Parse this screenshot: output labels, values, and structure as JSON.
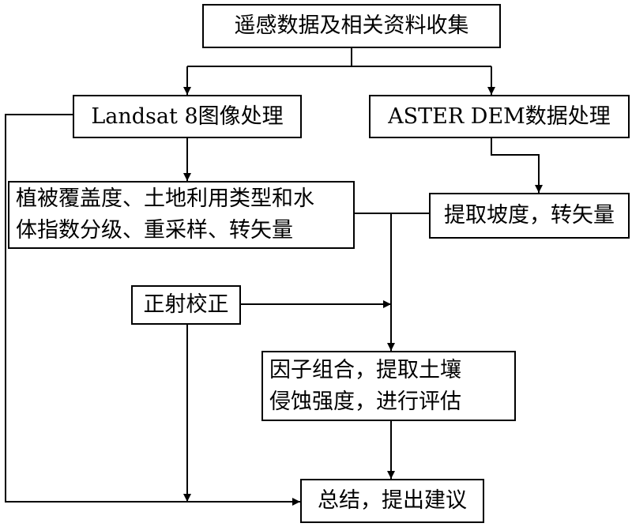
{
  "flowchart": {
    "collect": {
      "lines": [
        "遥感数据及相关资料收集"
      ]
    },
    "landsat": {
      "lines": [
        "Landsat 8图像处理"
      ]
    },
    "aster": {
      "lines": [
        "ASTER DEM数据处理"
      ]
    },
    "vegetation": {
      "lines": [
        "植被覆盖度、土地利用类型和水",
        "体指数分级、重采样、转矢量"
      ]
    },
    "slope": {
      "lines": [
        "提取坡度，转矢量"
      ]
    },
    "orthorectify": {
      "lines": [
        "正射校正"
      ]
    },
    "factor": {
      "lines": [
        "因子组合，提取土壤",
        "侵蚀强度，进行评估"
      ]
    },
    "summary": {
      "lines": [
        "总结，提出建议"
      ]
    }
  },
  "style": {
    "line_color": "#000000",
    "box_border": "#000000",
    "background": "#ffffff"
  }
}
